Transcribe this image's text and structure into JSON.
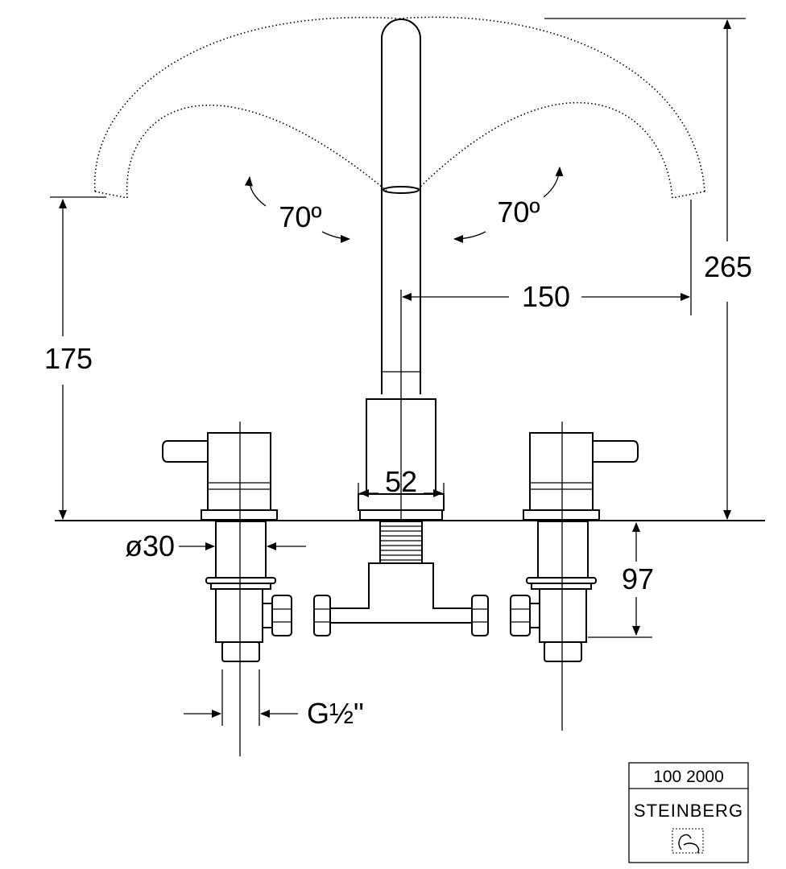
{
  "dimensions": {
    "rotation_left": "70º",
    "rotation_right": "70º",
    "total_height": "265",
    "reach": "150",
    "spout_height": "175",
    "body_width": "52",
    "handle_diameter": "ø30",
    "shank_length": "97",
    "thread_size": "G½\""
  },
  "title_block": {
    "article_number": "100 2000",
    "brand": "STEINBERG",
    "logo_icon": "steinberg-faucet-logo"
  }
}
